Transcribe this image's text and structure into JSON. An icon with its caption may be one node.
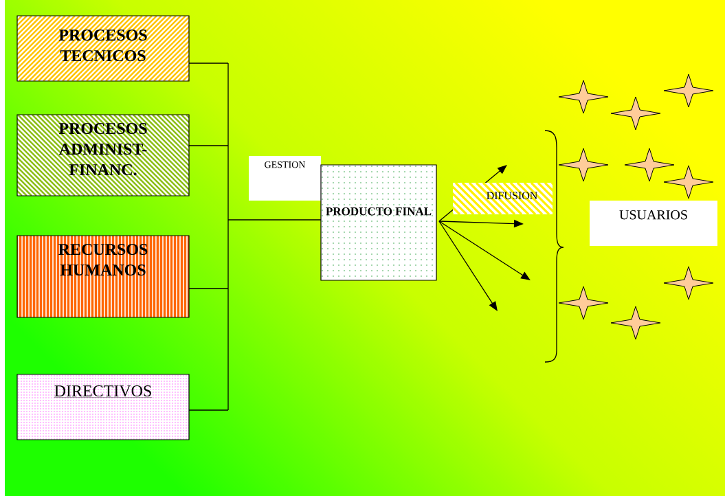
{
  "diagram": {
    "nodes": [
      {
        "text": [
          "PROCESOS TECNICOS"
        ]
      },
      {
        "text": [
          "PROCESOS ADMINIST-FINANC."
        ]
      },
      {
        "text": [
          "RECURSOS HUMANOS"
        ]
      },
      {
        "text": [
          "DIRECTIVOS"
        ]
      },
      {
        "text": [
          "GESTION"
        ]
      },
      {
        "text": [
          "PRODUCTO FINAL"
        ]
      },
      {
        "text": [
          "USUARIOS"
        ]
      }
    ],
    "edges": [
      {
        "from": 0,
        "to": 5,
        "arrow": "none"
      },
      {
        "from": 1,
        "to": 5,
        "arrow": "none"
      },
      {
        "from": 2,
        "to": 5,
        "arrow": "none"
      },
      {
        "from": 3,
        "to": 5,
        "arrow": "none"
      },
      {
        "from": 5,
        "to": null,
        "arrow": "to",
        "label": "DIFUSION"
      },
      {
        "from": 5,
        "to": null,
        "arrow": "to"
      },
      {
        "from": 5,
        "to": null,
        "arrow": "to"
      },
      {
        "from": 5,
        "to": null,
        "arrow": "to"
      }
    ]
  }
}
